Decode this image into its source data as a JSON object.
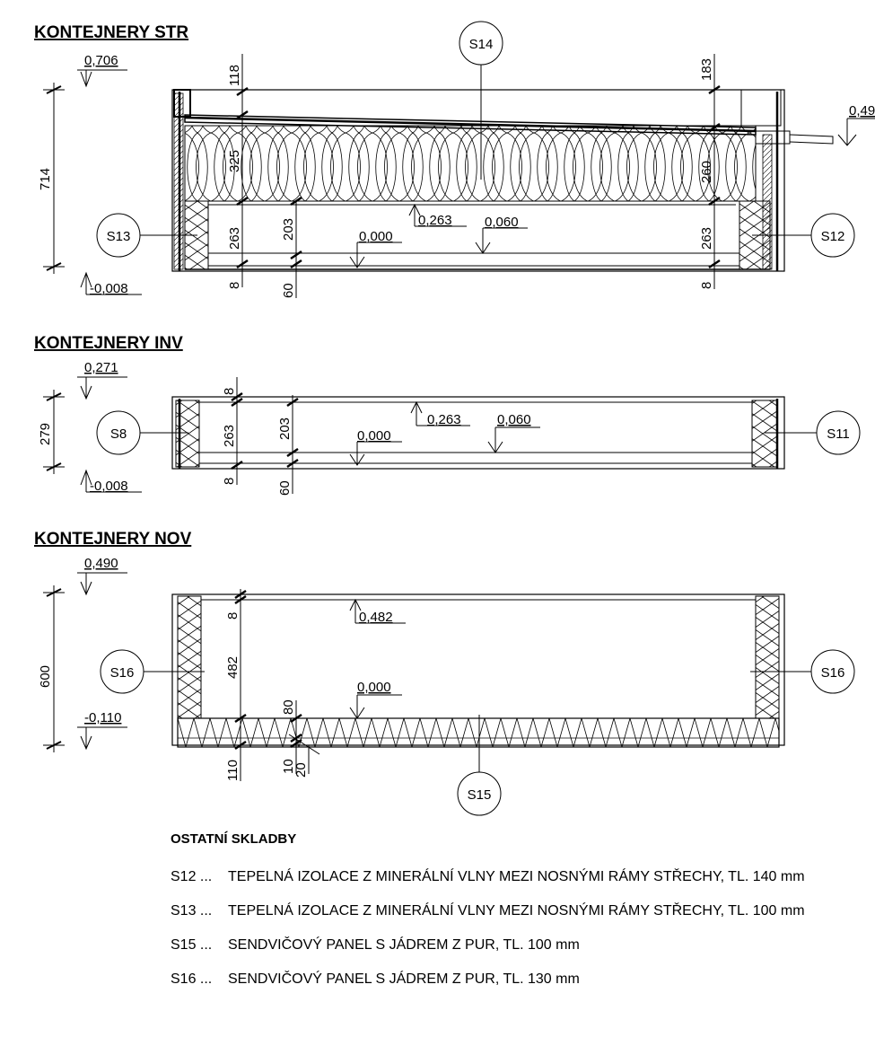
{
  "sections": [
    {
      "title": "KONTEJNERY STR",
      "levels": {
        "top_left": "0,706",
        "bottom_left": "-0,008",
        "right": "0,49",
        "mid_a": "0,263",
        "mid_b": "0,060",
        "floor": "0,000"
      },
      "dims": {
        "total": "714",
        "d118": "118",
        "d183": "183",
        "d325": "325",
        "d260": "260",
        "d263a": "263",
        "d203": "203",
        "d263b": "263",
        "d8a": "8",
        "d60": "60",
        "d8b": "8"
      },
      "tags": {
        "left": "S13",
        "right": "S12",
        "top": "S14"
      }
    },
    {
      "title": "KONTEJNERY INV",
      "levels": {
        "top_left": "0,271",
        "bottom_left": "-0,008",
        "mid_a": "0,263",
        "mid_b": "0,060",
        "floor": "0,000"
      },
      "dims": {
        "total": "279",
        "d8top": "8",
        "d263": "263",
        "d203": "203",
        "d8b": "8",
        "d60": "60"
      },
      "tags": {
        "left": "S8",
        "right": "S11"
      }
    },
    {
      "title": "KONTEJNERY NOV",
      "levels": {
        "top_left": "0,490",
        "bottom_left": "-0,110",
        "ceil": "0,482",
        "floor": "0,000"
      },
      "dims": {
        "total": "600",
        "d8": "8",
        "d482": "482",
        "d80": "80",
        "d110": "110",
        "d10": "10",
        "d20": "20"
      },
      "tags": {
        "left": "S16",
        "right": "S16",
        "bottom": "S15"
      }
    }
  ],
  "legend": {
    "heading": "OSTATNÍ SKLADBY",
    "items": [
      {
        "code": "S12 ...",
        "text": "TEPELNÁ IZOLACE Z MINERÁLNÍ VLNY MEZI NOSNÝMI RÁMY STŘECHY, TL. 140 mm"
      },
      {
        "code": "S13 ...",
        "text": "TEPELNÁ IZOLACE Z MINERÁLNÍ VLNY MEZI NOSNÝMI RÁMY STŘECHY, TL. 100 mm"
      },
      {
        "code": "S15 ...",
        "text": "SENDVIČOVÝ PANEL S JÁDREM Z PUR, TL. 100 mm"
      },
      {
        "code": "S16 ...",
        "text": "SENDVIČOVÝ PANEL S JÁDREM Z PUR, TL. 130 mm"
      }
    ]
  }
}
